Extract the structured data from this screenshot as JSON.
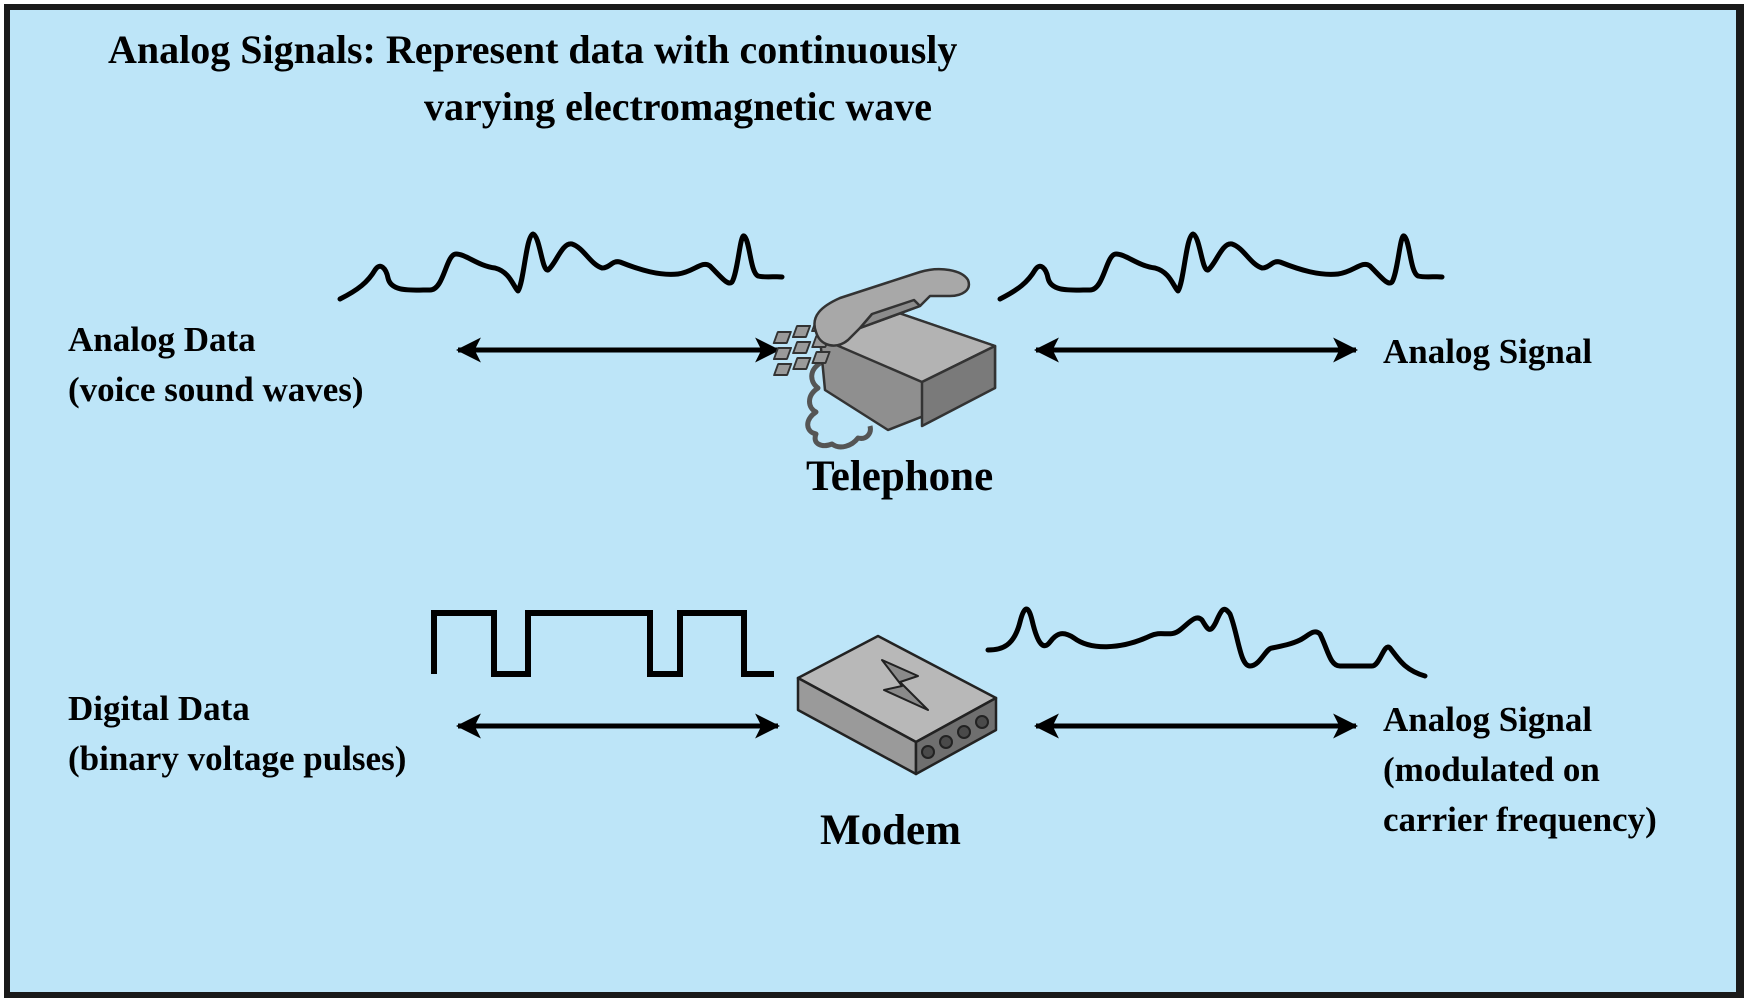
{
  "title": {
    "line1": "Analog Signals: Represent data with continuously",
    "line2": "varying electromagnetic wave"
  },
  "rows": [
    {
      "input_label": "Analog Data",
      "input_sublabel": "(voice sound waves)",
      "device": "Telephone",
      "output_label": "Analog Signal",
      "output_sublabels": []
    },
    {
      "input_label": "Digital Data",
      "input_sublabel": "(binary voltage pulses)",
      "device": "Modem",
      "output_label": "Analog Signal",
      "output_sublabels": [
        "(modulated on",
        "carrier frequency)"
      ]
    }
  ],
  "colors": {
    "background": "#bde5f8",
    "border": "#1a1a1a",
    "device_body": "#a9a9a9",
    "ink": "#000000"
  },
  "icons": [
    "telephone-icon",
    "modem-icon",
    "double-arrow-icon",
    "analog-waveform-icon",
    "square-wave-icon"
  ]
}
